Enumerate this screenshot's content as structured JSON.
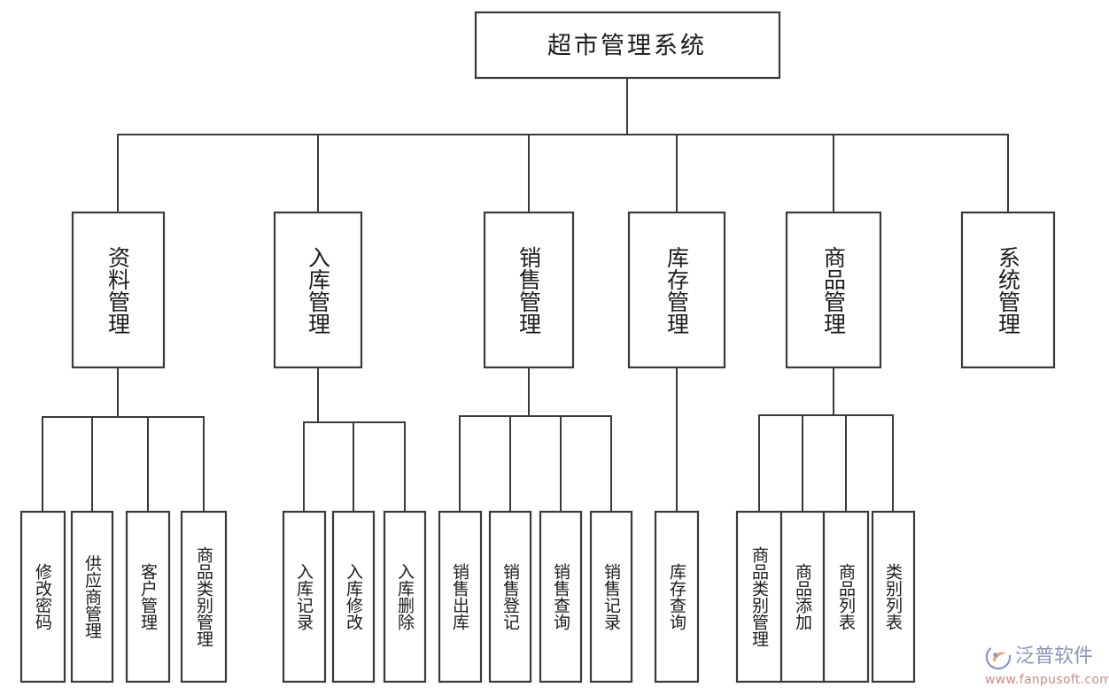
{
  "diagram": {
    "type": "tree",
    "title": "超市管理系统",
    "orientation": "top-down",
    "colors": {
      "box_stroke": "#3a3a3a",
      "box_fill": "#ffffff",
      "connector": "#3a3a3a",
      "text": "#1c1c1c",
      "background": "#ffffff",
      "watermark_brand": "#8d96bb",
      "watermark_url": "#c98c8c"
    },
    "root": {
      "label": "超市管理系统"
    },
    "level2": [
      {
        "label": "资料管理"
      },
      {
        "label": "入库管理"
      },
      {
        "label": "销售管理"
      },
      {
        "label": "库存管理"
      },
      {
        "label": "商品管理"
      },
      {
        "label": "系统管理"
      }
    ],
    "leaves": {
      "zl": [
        {
          "label": "修改密码"
        },
        {
          "label": "供应商管理"
        },
        {
          "label": "客户管理"
        },
        {
          "label": "商品类别管理"
        }
      ],
      "rk": [
        {
          "label": "入库记录"
        },
        {
          "label": "入库修改"
        },
        {
          "label": "入库删除"
        }
      ],
      "xs": [
        {
          "label": "销售出库"
        },
        {
          "label": "销售登记"
        },
        {
          "label": "销售查询"
        },
        {
          "label": "销售记录"
        }
      ],
      "kc": [
        {
          "label": "库存查询"
        }
      ],
      "sp": [
        {
          "label": "商品类别管理"
        },
        {
          "label": "商品添加"
        },
        {
          "label": "商品列表"
        },
        {
          "label": "类别列表"
        }
      ],
      "xt": []
    }
  },
  "watermark": {
    "brand": "泛普软件",
    "url": "www.fanpusoft.com",
    "logo_icon": "fanpu-logo-icon"
  }
}
